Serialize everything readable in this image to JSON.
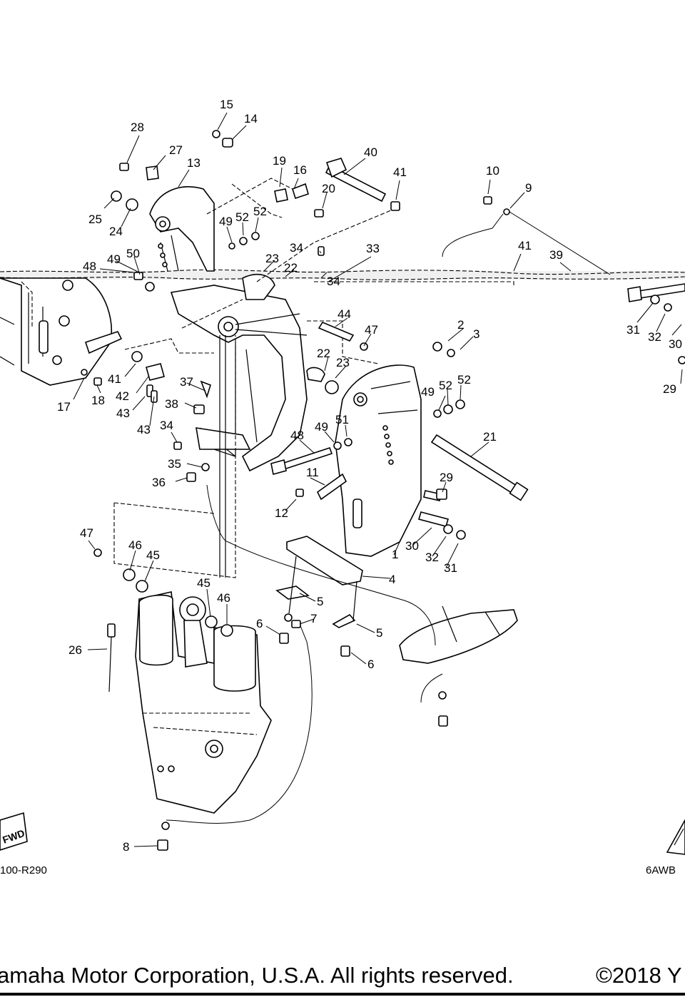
{
  "diagram": {
    "callouts": [
      {
        "id": "c15",
        "text": "15"
      },
      {
        "id": "c14",
        "text": "14"
      },
      {
        "id": "c28",
        "text": "28"
      },
      {
        "id": "c27",
        "text": "27"
      },
      {
        "id": "c13",
        "text": "13"
      },
      {
        "id": "c19",
        "text": "19"
      },
      {
        "id": "c16",
        "text": "16"
      },
      {
        "id": "c40",
        "text": "40"
      },
      {
        "id": "c41a",
        "text": "41"
      },
      {
        "id": "c10",
        "text": "10"
      },
      {
        "id": "c9",
        "text": "9"
      },
      {
        "id": "c20",
        "text": "20"
      },
      {
        "id": "c25",
        "text": "25"
      },
      {
        "id": "c24",
        "text": "24"
      },
      {
        "id": "c49a",
        "text": "49"
      },
      {
        "id": "c52a",
        "text": "52"
      },
      {
        "id": "c52b",
        "text": "52"
      },
      {
        "id": "c34a",
        "text": "34"
      },
      {
        "id": "c33",
        "text": "33"
      },
      {
        "id": "c41b",
        "text": "41"
      },
      {
        "id": "c39",
        "text": "39"
      },
      {
        "id": "c48a",
        "text": "48"
      },
      {
        "id": "c49b",
        "text": "49"
      },
      {
        "id": "c50",
        "text": "50"
      },
      {
        "id": "c23a",
        "text": "23"
      },
      {
        "id": "c22a",
        "text": "22"
      },
      {
        "id": "c34b",
        "text": "34"
      },
      {
        "id": "c44",
        "text": "44"
      },
      {
        "id": "c2",
        "text": "2"
      },
      {
        "id": "c3",
        "text": "3"
      },
      {
        "id": "c47a",
        "text": "47"
      },
      {
        "id": "c31a",
        "text": "31"
      },
      {
        "id": "c32a",
        "text": "32"
      },
      {
        "id": "c30a",
        "text": "30"
      },
      {
        "id": "c22b",
        "text": "22"
      },
      {
        "id": "c23b",
        "text": "23"
      },
      {
        "id": "c41c",
        "text": "41"
      },
      {
        "id": "c42",
        "text": "42"
      },
      {
        "id": "c43a",
        "text": "43"
      },
      {
        "id": "c43b",
        "text": "43"
      },
      {
        "id": "c17",
        "text": "17"
      },
      {
        "id": "c18",
        "text": "18"
      },
      {
        "id": "c37",
        "text": "37"
      },
      {
        "id": "c38",
        "text": "38"
      },
      {
        "id": "c29a",
        "text": "29"
      },
      {
        "id": "c49c",
        "text": "49"
      },
      {
        "id": "c52c",
        "text": "52"
      },
      {
        "id": "c52d",
        "text": "52"
      },
      {
        "id": "c51",
        "text": "51"
      },
      {
        "id": "c49d",
        "text": "49"
      },
      {
        "id": "c34c",
        "text": "34"
      },
      {
        "id": "c21",
        "text": "21"
      },
      {
        "id": "c48b",
        "text": "48"
      },
      {
        "id": "c35",
        "text": "35"
      },
      {
        "id": "c36",
        "text": "36"
      },
      {
        "id": "c11",
        "text": "11"
      },
      {
        "id": "c29b",
        "text": "29"
      },
      {
        "id": "c12",
        "text": "12"
      },
      {
        "id": "c30b",
        "text": "30"
      },
      {
        "id": "c1",
        "text": "1"
      },
      {
        "id": "c32b",
        "text": "32"
      },
      {
        "id": "c31b",
        "text": "31"
      },
      {
        "id": "c47b",
        "text": "47"
      },
      {
        "id": "c46a",
        "text": "46"
      },
      {
        "id": "c45a",
        "text": "45"
      },
      {
        "id": "c4",
        "text": "4"
      },
      {
        "id": "c5a",
        "text": "5"
      },
      {
        "id": "c45b",
        "text": "45"
      },
      {
        "id": "c46b",
        "text": "46"
      },
      {
        "id": "c7",
        "text": "7"
      },
      {
        "id": "c6a",
        "text": "6"
      },
      {
        "id": "c5b",
        "text": "5"
      },
      {
        "id": "c26",
        "text": "26"
      },
      {
        "id": "c6b",
        "text": "6"
      },
      {
        "id": "c8",
        "text": "8"
      }
    ],
    "fwd_label": "FWD",
    "ref_left": "100-R290",
    "ref_right": "6AWB",
    "copyright": "amaha Motor Corporation, U.S.A. All rights reserved.",
    "year": "©2018 Y"
  }
}
